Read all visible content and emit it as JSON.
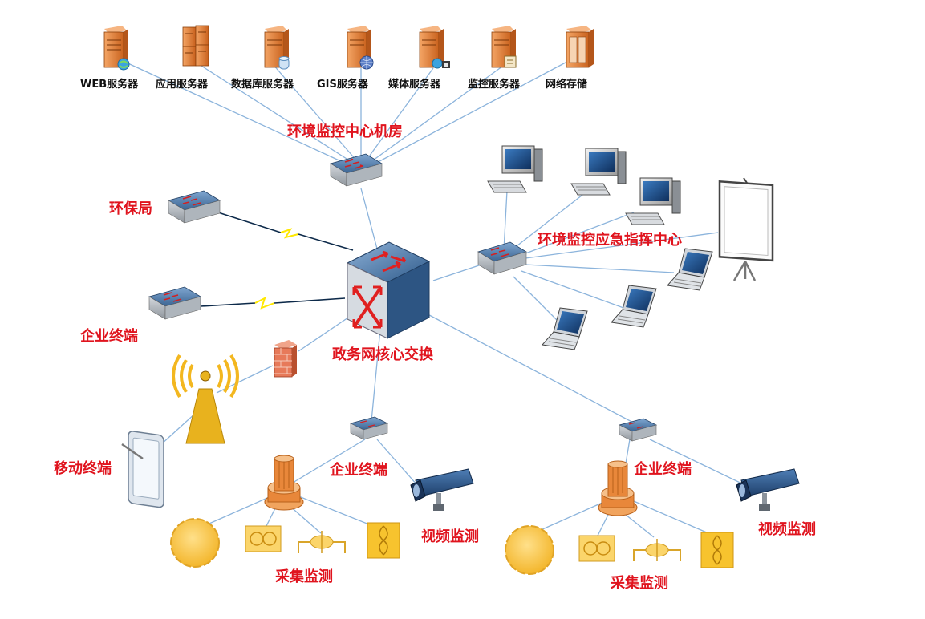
{
  "servers": [
    {
      "label": "WEB服务器",
      "icon": "web-server-icon"
    },
    {
      "label": "应用服务器",
      "icon": "application-server-icon"
    },
    {
      "label": "数据库服务器",
      "icon": "database-server-icon"
    },
    {
      "label": "GIS服务器",
      "icon": "gis-server-icon"
    },
    {
      "label": "媒体服务器",
      "icon": "media-server-icon"
    },
    {
      "label": "监控服务器",
      "icon": "monitoring-server-icon"
    },
    {
      "label": "网络存储",
      "icon": "network-storage-icon"
    }
  ],
  "labels": {
    "data_center": "环境监控中心机房",
    "environmental_bureau": "环保局",
    "enterprise_terminal_left": "企业终端",
    "mobile_terminal": "移动终端",
    "core_switch": "政务网核心交换",
    "command_center": "环境监控应急指挥中心",
    "enterprise_terminal_mid": "企业终端",
    "enterprise_terminal_right": "企业终端",
    "video_monitoring_mid": "视频监测",
    "video_monitoring_right": "视频监测",
    "collection_mid": "采集监测",
    "collection_right": "采集监测"
  },
  "colors": {
    "label_red": "#e0141e",
    "link_blue": "#8cb4dc",
    "server_orange": "#e8873a",
    "sensor_yellow": "#f7c74a",
    "switch_blue": "#3f6a9a"
  }
}
